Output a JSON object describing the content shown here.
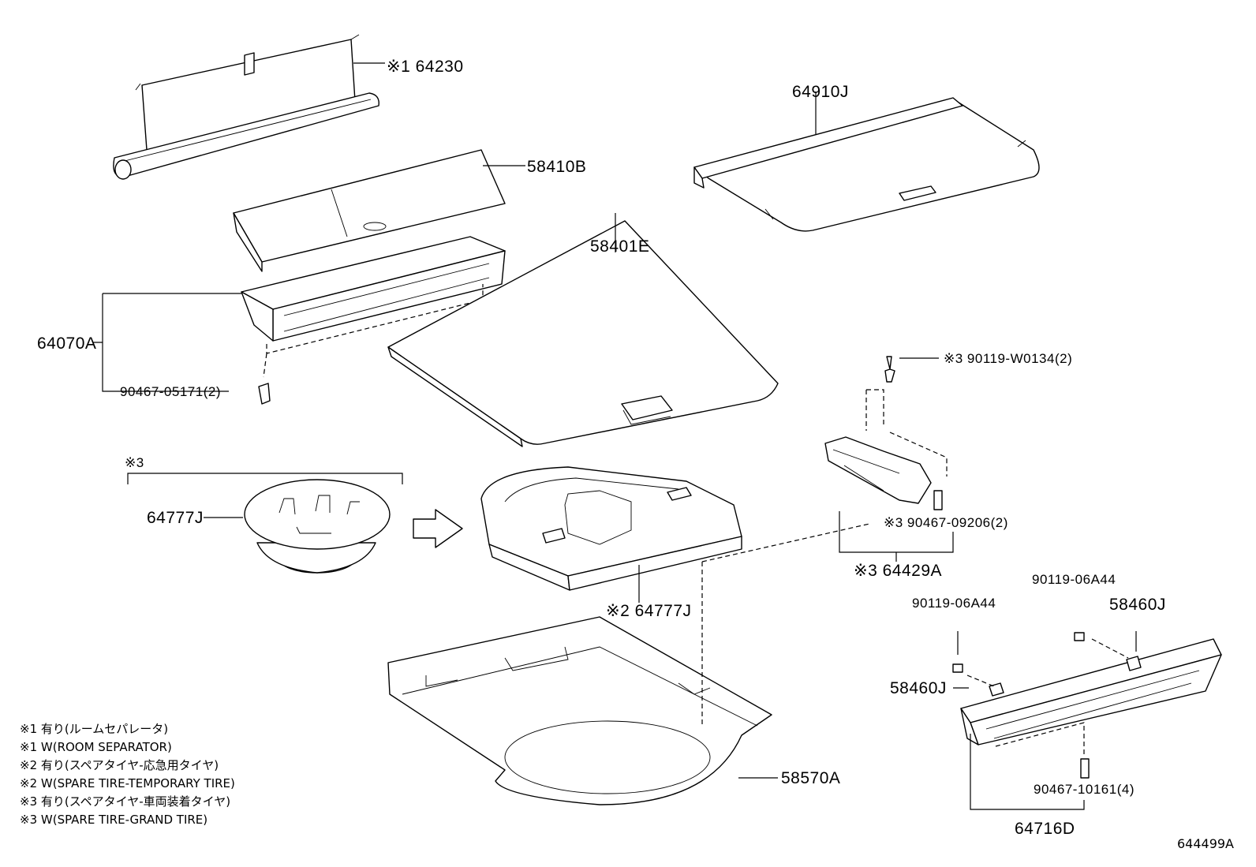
{
  "labels": {
    "p64230": "※1 64230",
    "p58410B": "58410B",
    "p64910J": "64910J",
    "p58401E": "58401E",
    "p64070A": "64070A",
    "p90467_05171": "90467-05171(2)",
    "p90119_W0134": "※3 90119-W0134(2)",
    "note3_top": "※3",
    "p64777J_left": "64777J",
    "p90467_09206": "※3 90467-09206(2)",
    "p64429A": "※3 64429A",
    "p64777J_center": "※2 64777J",
    "p90119_06A44_right": "90119-06A44",
    "p58460J_right": "58460J",
    "p90119_06A44_left": "90119-06A44",
    "p58460J_left": "58460J",
    "p58570A": "58570A",
    "p90467_10161": "90467-10161(4)",
    "p64716D": "64716D"
  },
  "legend": [
    "※1 有り(ルームセパレータ)",
    "※1 W(ROOM SEPARATOR)",
    "※2 有り(スペアタイヤ-応急用タイヤ)",
    "※2 W(SPARE TIRE-TEMPORARY TIRE)",
    "※3 有り(スペアタイヤ-車両装着タイヤ)",
    "※3 W(SPARE TIRE-GRAND TIRE)"
  ],
  "figure_id": "644499A"
}
